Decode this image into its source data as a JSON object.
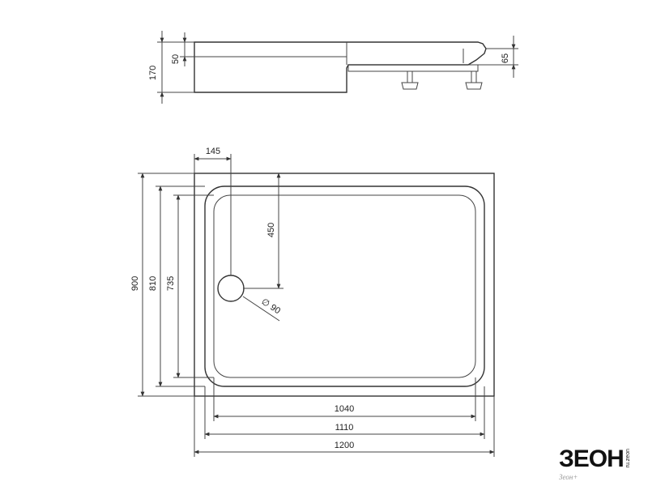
{
  "dimensions": {
    "side_total_height": "170",
    "side_rim_height": "50",
    "side_front_height": "65",
    "drain_offset_x": "145",
    "drain_offset_y": "450",
    "drain_diameter": "90",
    "outer_depth": "900",
    "mid_depth": "810",
    "inner_depth": "735",
    "inner_width": "1040",
    "mid_width": "1110",
    "outer_width": "1200"
  },
  "logo": {
    "main": "ЗЕОН",
    "side": "ru.zeon",
    "sub": "Зеон+"
  },
  "colors": {
    "line": "#333333",
    "background": "#ffffff"
  }
}
